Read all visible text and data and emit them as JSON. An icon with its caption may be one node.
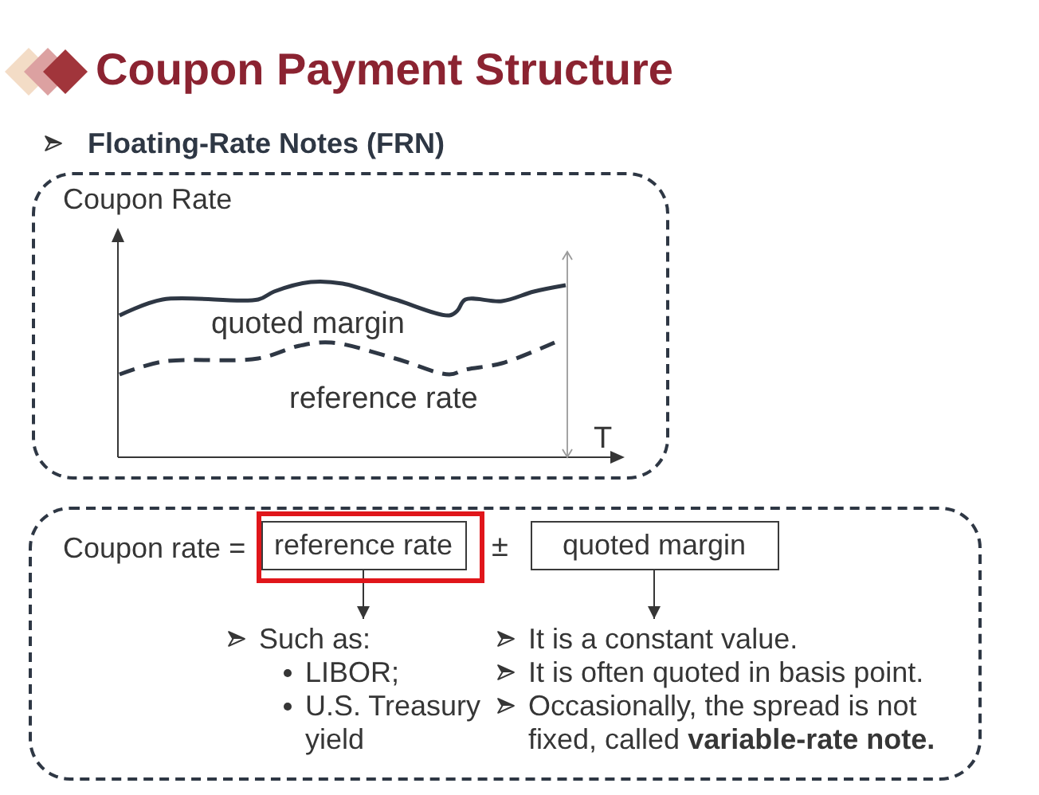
{
  "diagram": {
    "title": "Coupon Payment Structure",
    "nodes": [
      {
        "text": [
          "Coupon Rate",
          "quoted margin",
          "reference rate",
          "T"
        ]
      },
      {
        "text": [
          "Coupon rate =",
          "±"
        ]
      },
      {
        "text": [],
        "shape": "box",
        "in": 1
      },
      {
        "text": [
          "reference rate"
        ],
        "in": 2
      },
      {
        "text": [
          "quoted margin"
        ],
        "in": 1
      },
      {
        "text": [
          "Such as:",
          "LIBOR;",
          "U.S. Treasury yield"
        ],
        "in": 1
      },
      {
        "text": [
          "It is a constant value.",
          "It is often quoted in basis point.",
          "Occasionally, the spread is not fixed, called **variable-rate note.**"
        ],
        "in": 1
      }
    ],
    "edges": [
      {
        "from": 3,
        "to": 5,
        "arrow": "to"
      },
      {
        "from": 4,
        "to": 6,
        "arrow": "to"
      }
    ],
    "labels": [
      "Floating-Rate Notes (FRN)"
    ]
  }
}
